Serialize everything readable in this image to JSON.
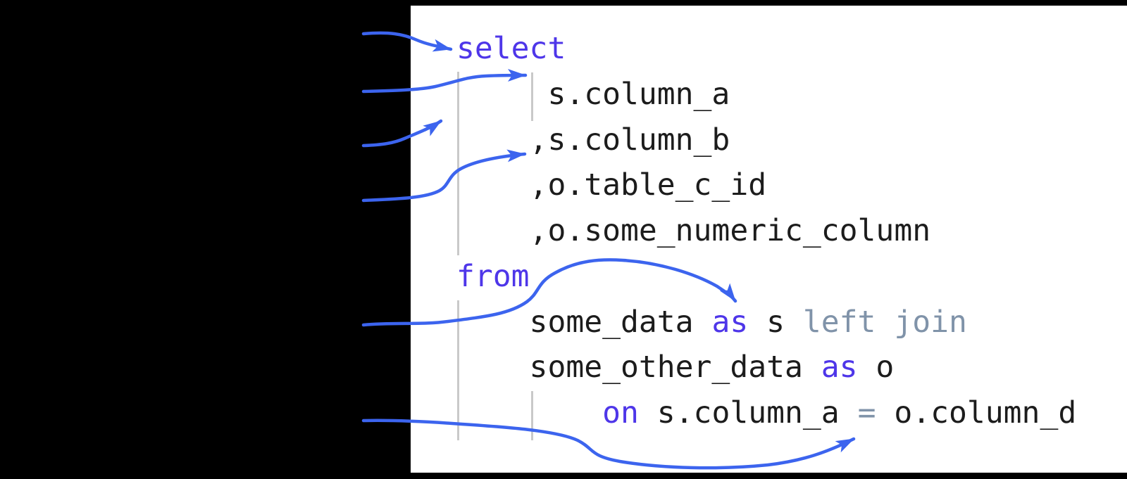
{
  "colors": {
    "outer_background": "#000000",
    "panel_background": "#ffffff",
    "keyword": "#4e36e9",
    "identifier": "#1c1c1c",
    "muted_keyword": "#8093a9",
    "arrow": "#3c64ee",
    "indent_guide": "#c9c9c9"
  },
  "code": {
    "language": "sql",
    "lines": [
      {
        "tokens": [
          {
            "type": "kw",
            "text": "select"
          }
        ]
      },
      {
        "tokens": [
          {
            "type": "id",
            "text": "     s.column_a"
          }
        ]
      },
      {
        "tokens": [
          {
            "type": "id",
            "text": "    ,s.column_b"
          }
        ]
      },
      {
        "tokens": [
          {
            "type": "id",
            "text": "    ,o.table_c_id"
          }
        ]
      },
      {
        "tokens": [
          {
            "type": "id",
            "text": "    ,o.some_numeric_column"
          }
        ]
      },
      {
        "tokens": [
          {
            "type": "kw",
            "text": "from"
          }
        ]
      },
      {
        "tokens": [
          {
            "type": "id",
            "text": "    some_data "
          },
          {
            "type": "kw",
            "text": "as"
          },
          {
            "type": "id",
            "text": " s "
          },
          {
            "type": "mut",
            "text": "left join"
          }
        ]
      },
      {
        "tokens": [
          {
            "type": "id",
            "text": "    some_other_data "
          },
          {
            "type": "kw",
            "text": "as"
          },
          {
            "type": "id",
            "text": " o"
          }
        ]
      },
      {
        "tokens": [
          {
            "type": "id",
            "text": "        "
          },
          {
            "type": "kw",
            "text": "on"
          },
          {
            "type": "id",
            "text": " s.column_a "
          },
          {
            "type": "mut",
            "text": "="
          },
          {
            "type": "id",
            "text": " o.column_d"
          }
        ]
      }
    ]
  },
  "annotations": {
    "arrow_count": 6,
    "arrows": [
      {
        "points_to": "select keyword"
      },
      {
        "points_to": "indent guide before s.column_a"
      },
      {
        "points_to": "first indent level of column list"
      },
      {
        "points_to": "leading comma of ,s.column_b"
      },
      {
        "points_to": "as alias on some_data join line"
      },
      {
        "points_to": "equals operator in join condition"
      }
    ]
  }
}
